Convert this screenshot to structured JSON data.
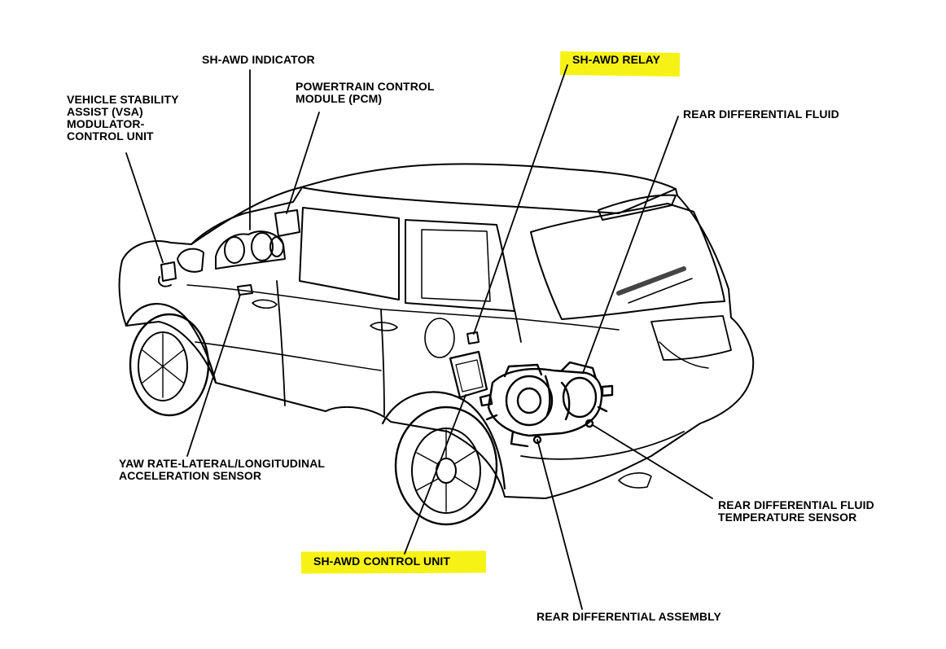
{
  "colors": {
    "ink": "#000000",
    "paper": "#ffffff",
    "highlight": "#f7f215"
  },
  "labels": {
    "sh_awd_indicator": "SH-AWD INDICATOR",
    "pcm": "POWERTRAIN CONTROL\nMODULE (PCM)",
    "vsa": "VEHICLE STABILITY\nASSIST (VSA)\nMODULATOR-\nCONTROL UNIT",
    "sh_awd_relay": "SH-AWD RELAY",
    "rear_diff_fluid": "REAR DIFFERENTIAL FLUID",
    "yaw_sensor": "YAW RATE-LATERAL/LONGITUDINAL\nACCELERATION SENSOR",
    "sh_awd_control_unit": "SH-AWD CONTROL UNIT",
    "rear_diff_temp_sensor": "REAR DIFFERENTIAL FLUID\nTEMPERATURE SENSOR",
    "rear_diff_assembly": "REAR DIFFERENTIAL ASSEMBLY"
  },
  "highlighted": [
    "sh_awd_relay",
    "sh_awd_control_unit"
  ]
}
